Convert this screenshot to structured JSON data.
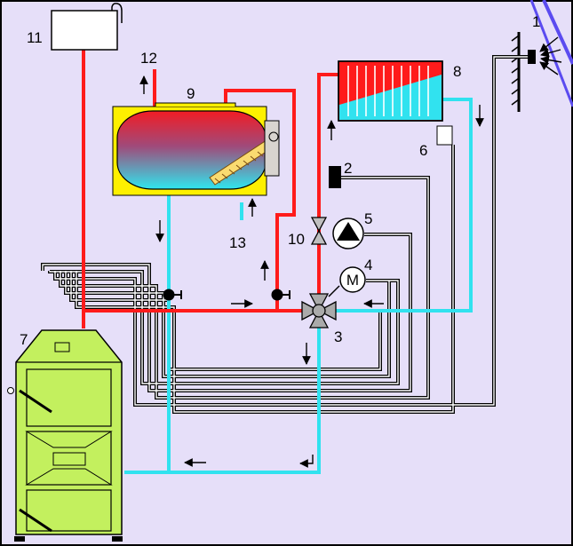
{
  "labels": {
    "sensor_outdoor": "1",
    "sensor_flow": "2",
    "mixing_valve": "3",
    "valve_motor": "4",
    "pump": "5",
    "room_unit": "6",
    "boiler": "7",
    "radiator": "8",
    "water_heater": "9",
    "check_valve": "10",
    "expansion_tank": "11",
    "hot_water_out": "12",
    "cold_water_in": "13"
  },
  "motor_symbol": "M",
  "colors": {
    "background": "#e6dff9",
    "supply": "#ff1b1b",
    "return": "#31e2ef",
    "boiler_body": "#c3f05e",
    "heater_shell": "#fef000",
    "control_wire": "#000000"
  }
}
